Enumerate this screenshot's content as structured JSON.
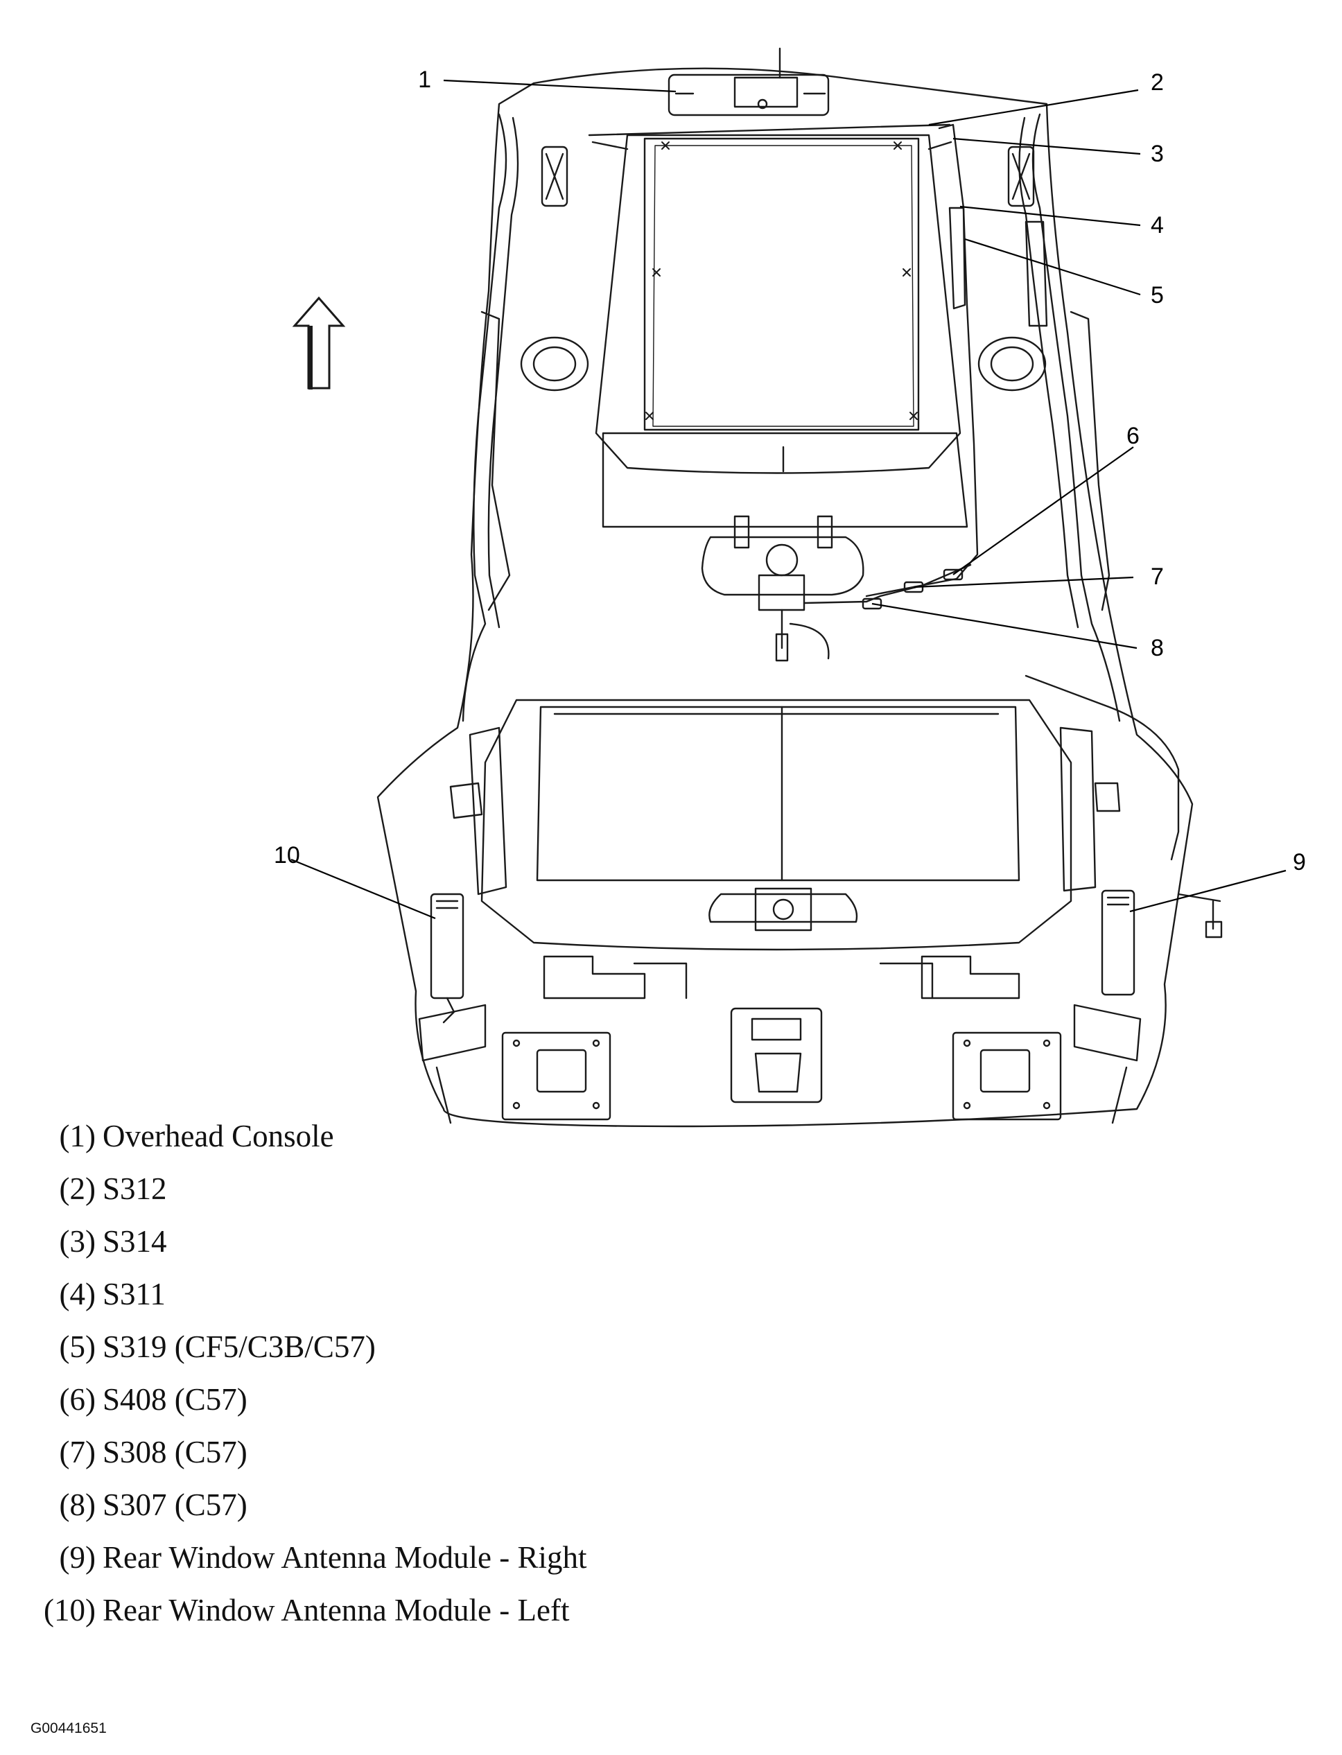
{
  "callouts": [
    {
      "num": "1"
    },
    {
      "num": "2"
    },
    {
      "num": "3"
    },
    {
      "num": "4"
    },
    {
      "num": "5"
    },
    {
      "num": "6"
    },
    {
      "num": "7"
    },
    {
      "num": "8"
    },
    {
      "num": "9"
    },
    {
      "num": "10"
    }
  ],
  "legend": [
    {
      "num": "(1)",
      "text": "Overhead Console"
    },
    {
      "num": "(2)",
      "text": "S312"
    },
    {
      "num": "(3)",
      "text": "S314"
    },
    {
      "num": "(4)",
      "text": "S311"
    },
    {
      "num": "(5)",
      "text": "S319 (CF5/C3B/C57)"
    },
    {
      "num": "(6)",
      "text": "S408 (C57)"
    },
    {
      "num": "(7)",
      "text": "S308 (C57)"
    },
    {
      "num": "(8)",
      "text": "S307 (C57)"
    },
    {
      "num": "(9)",
      "text": "Rear Window Antenna Module - Right"
    },
    {
      "num": "(10)",
      "text": "Rear Window Antenna Module - Left"
    }
  ],
  "figure_id": "G00441651",
  "icons": {
    "direction": "up-arrow-icon"
  },
  "colors": {
    "line": "#1a1a1a",
    "background": "#ffffff"
  }
}
